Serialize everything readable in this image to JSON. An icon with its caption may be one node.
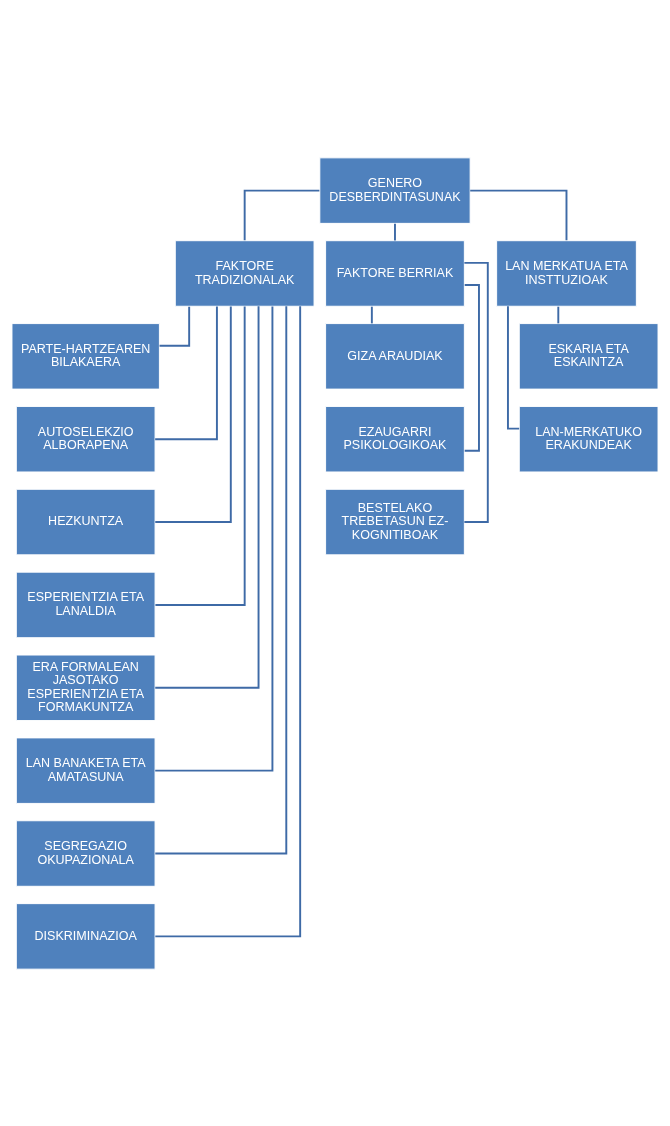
{
  "diagram": {
    "nodes": [
      {
        "text": [
          "GENERO DESBERDINTASUNAK"
        ]
      },
      {
        "text": [
          "FAKTORE TRADIZIONALAK"
        ]
      },
      {
        "text": [
          "FAKTORE BERRIAK"
        ]
      },
      {
        "text": [
          "LAN MERKATUA ETA INSTTUZIOAK"
        ]
      },
      {
        "text": [
          "PARTE-HARTZEAREN BILAKAERA"
        ]
      },
      {
        "text": [
          "AUTOSELEKZIO ALBORAPENA"
        ]
      },
      {
        "text": [
          "HEZKUNTZA"
        ]
      },
      {
        "text": [
          "ESPERIENTZIA ETA LANALDIA"
        ]
      },
      {
        "text": [
          "ERA FORMALEAN JASOTAKO ESPERIENTZIA ETA FORMAKUNTZA"
        ]
      },
      {
        "text": [
          "LAN BANAKETA ETA AMATASUNA"
        ]
      },
      {
        "text": [
          "SEGREGAZIO OKUPAZIONALA"
        ]
      },
      {
        "text": [
          "DISKRIMINAZIOA"
        ]
      },
      {
        "text": [
          "GIZA ARAUDIAK"
        ]
      },
      {
        "text": [
          "EZAUGARRI PSIKOLOGIKOAK"
        ]
      },
      {
        "text": [
          "BESTELAKO TREBETASUN EZ-KOGNITIBOAK"
        ]
      },
      {
        "text": [
          "ESKARIA ETA ESKAINTZA"
        ]
      },
      {
        "text": [
          "LAN-MERKATUKO ERAKUNDEAK"
        ]
      }
    ],
    "edges": [
      {
        "from": 0,
        "to": 1,
        "arrow": "none"
      },
      {
        "from": 0,
        "to": 2,
        "arrow": "none"
      },
      {
        "from": 0,
        "to": 3,
        "arrow": "none"
      },
      {
        "from": 1,
        "to": 4,
        "arrow": "none"
      },
      {
        "from": 1,
        "to": 5,
        "arrow": "none"
      },
      {
        "from": 1,
        "to": 6,
        "arrow": "none"
      },
      {
        "from": 1,
        "to": 7,
        "arrow": "none"
      },
      {
        "from": 1,
        "to": 8,
        "arrow": "none"
      },
      {
        "from": 1,
        "to": 9,
        "arrow": "none"
      },
      {
        "from": 1,
        "to": 10,
        "arrow": "none"
      },
      {
        "from": 1,
        "to": 11,
        "arrow": "none"
      },
      {
        "from": 2,
        "to": 12,
        "arrow": "none"
      },
      {
        "from": 2,
        "to": 13,
        "arrow": "none"
      },
      {
        "from": 2,
        "to": 14,
        "arrow": "none"
      },
      {
        "from": 3,
        "to": 15,
        "arrow": "none"
      },
      {
        "from": 3,
        "to": 16,
        "arrow": "none"
      }
    ]
  }
}
